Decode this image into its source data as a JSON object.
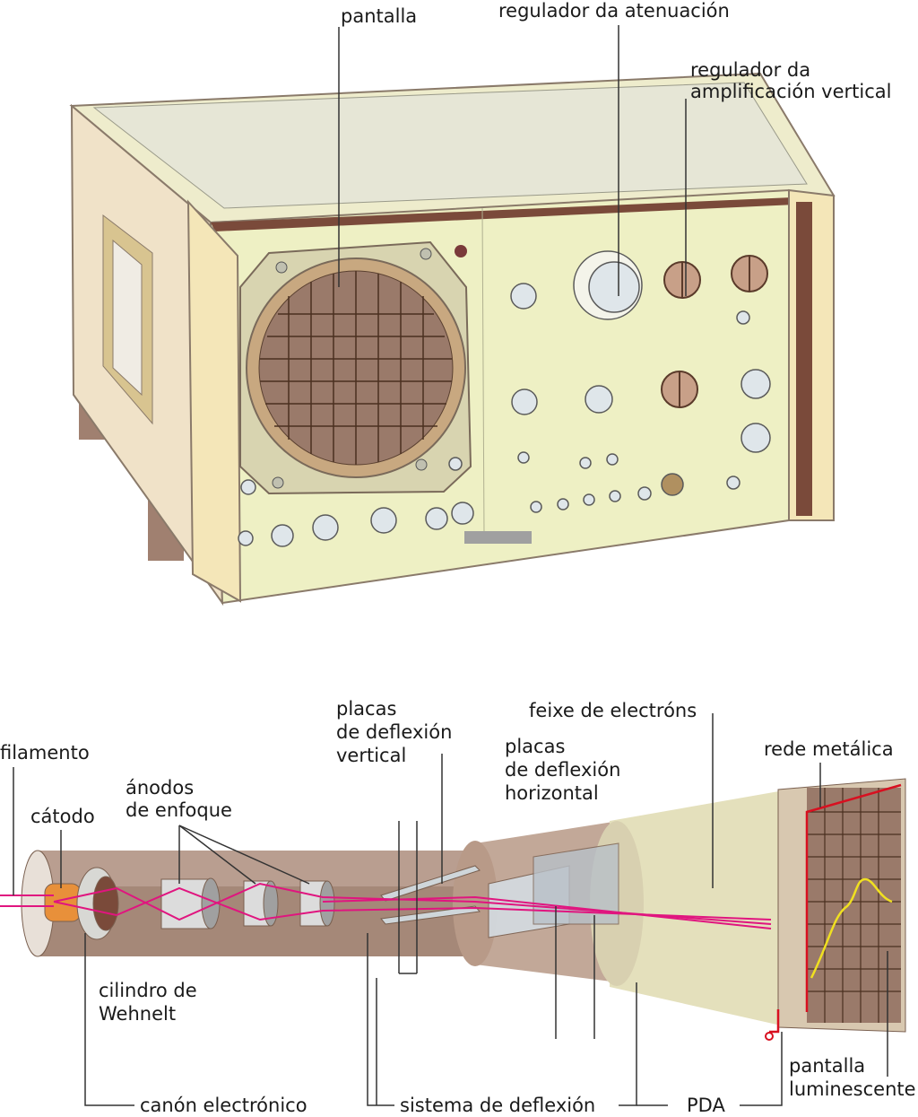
{
  "top_labels": {
    "screen": "pantalla",
    "attenuation": "regulador da atenuación",
    "vertical_amp_1": "regulador da",
    "vertical_amp_2": "amplificación vertical"
  },
  "bottom_labels": {
    "filament": "filamento",
    "cathode": "cátodo",
    "focus_anodes_1": "ánodos",
    "focus_anodes_2": "de enfoque",
    "vertical_plates_1": "placas",
    "vertical_plates_2": "de deflexión",
    "vertical_plates_3": "vertical",
    "horizontal_plates_1": "placas",
    "horizontal_plates_2": "de deflexión",
    "horizontal_plates_3": "horizontal",
    "electron_beam": "feixe de electróns",
    "metal_mesh": "rede metálica",
    "wehnelt_1": "cilindro de",
    "wehnelt_2": "Wehnelt",
    "electron_gun": "canón electrónico",
    "deflection_system": "sistema de deflexión",
    "pda": "PDA",
    "luminescent_screen_1": "pantalla",
    "luminescent_screen_2": "luminescente"
  },
  "colors": {
    "case": "#f2f0c4",
    "beam": "#e0157f",
    "trace": "#f0e020",
    "mesh": "#d81020"
  }
}
